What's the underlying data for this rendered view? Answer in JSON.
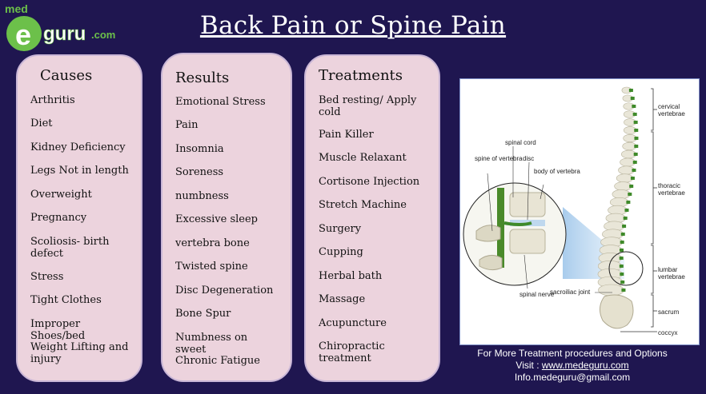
{
  "logo": {
    "top_text": "med",
    "letter": "e",
    "brand": "guru",
    "suffix": ".com"
  },
  "title": "Back Pain or Spine Pain",
  "causes": {
    "heading": "Causes",
    "items": [
      "Arthritis",
      "Diet",
      "Kidney Deficiency",
      "Legs Not in length",
      "Overweight",
      "Pregnancy",
      "Scoliosis- birth defect",
      "Stress",
      "Tight Clothes",
      "Improper Shoes/bed",
      "Weight Lifting and injury"
    ]
  },
  "results": {
    "heading": "Results",
    "items": [
      "Emotional Stress",
      "Pain",
      "Insomnia",
      "Soreness",
      "numbness",
      "Excessive sleep",
      "vertebra bone",
      "Twisted spine",
      "Disc Degeneration",
      "Bone Spur",
      "Numbness on sweet",
      "Chronic Fatigue"
    ]
  },
  "treatments": {
    "heading": "Treatments",
    "items": [
      "Bed resting/ Apply cold",
      "Pain Killer",
      "Muscle Relaxant",
      "Cortisone Injection",
      "Stretch Machine",
      "Surgery",
      "Cupping",
      "Herbal bath",
      "Massage",
      "Acupuncture",
      "Chiropractic treatment"
    ]
  },
  "diagram": {
    "labels": {
      "spinal_cord": "spinal cord",
      "spine_of_vertebra": "spine of vertebra",
      "disc": "disc",
      "body_of_vertebra": "body of vertebra",
      "spinal_nerve": "spinal nerve",
      "sacroiliac_joint": "sacroiliac joint",
      "cervical": "cervical vertebrae",
      "thoracic": "thoracic vertebrae",
      "lumbar": "lumbar vertebrae",
      "sacrum": "sacrum",
      "coccyx": "coccyx"
    }
  },
  "footer": {
    "line1": "For More Treatment procedures and Options",
    "visit_prefix": "Visit : ",
    "url": "www.medeguru.com",
    "email": "Info.medeguru@gmail.com"
  },
  "colors": {
    "background": "#1f1650",
    "card": "#ecd3dd",
    "logo_green": "#6cc04a"
  }
}
